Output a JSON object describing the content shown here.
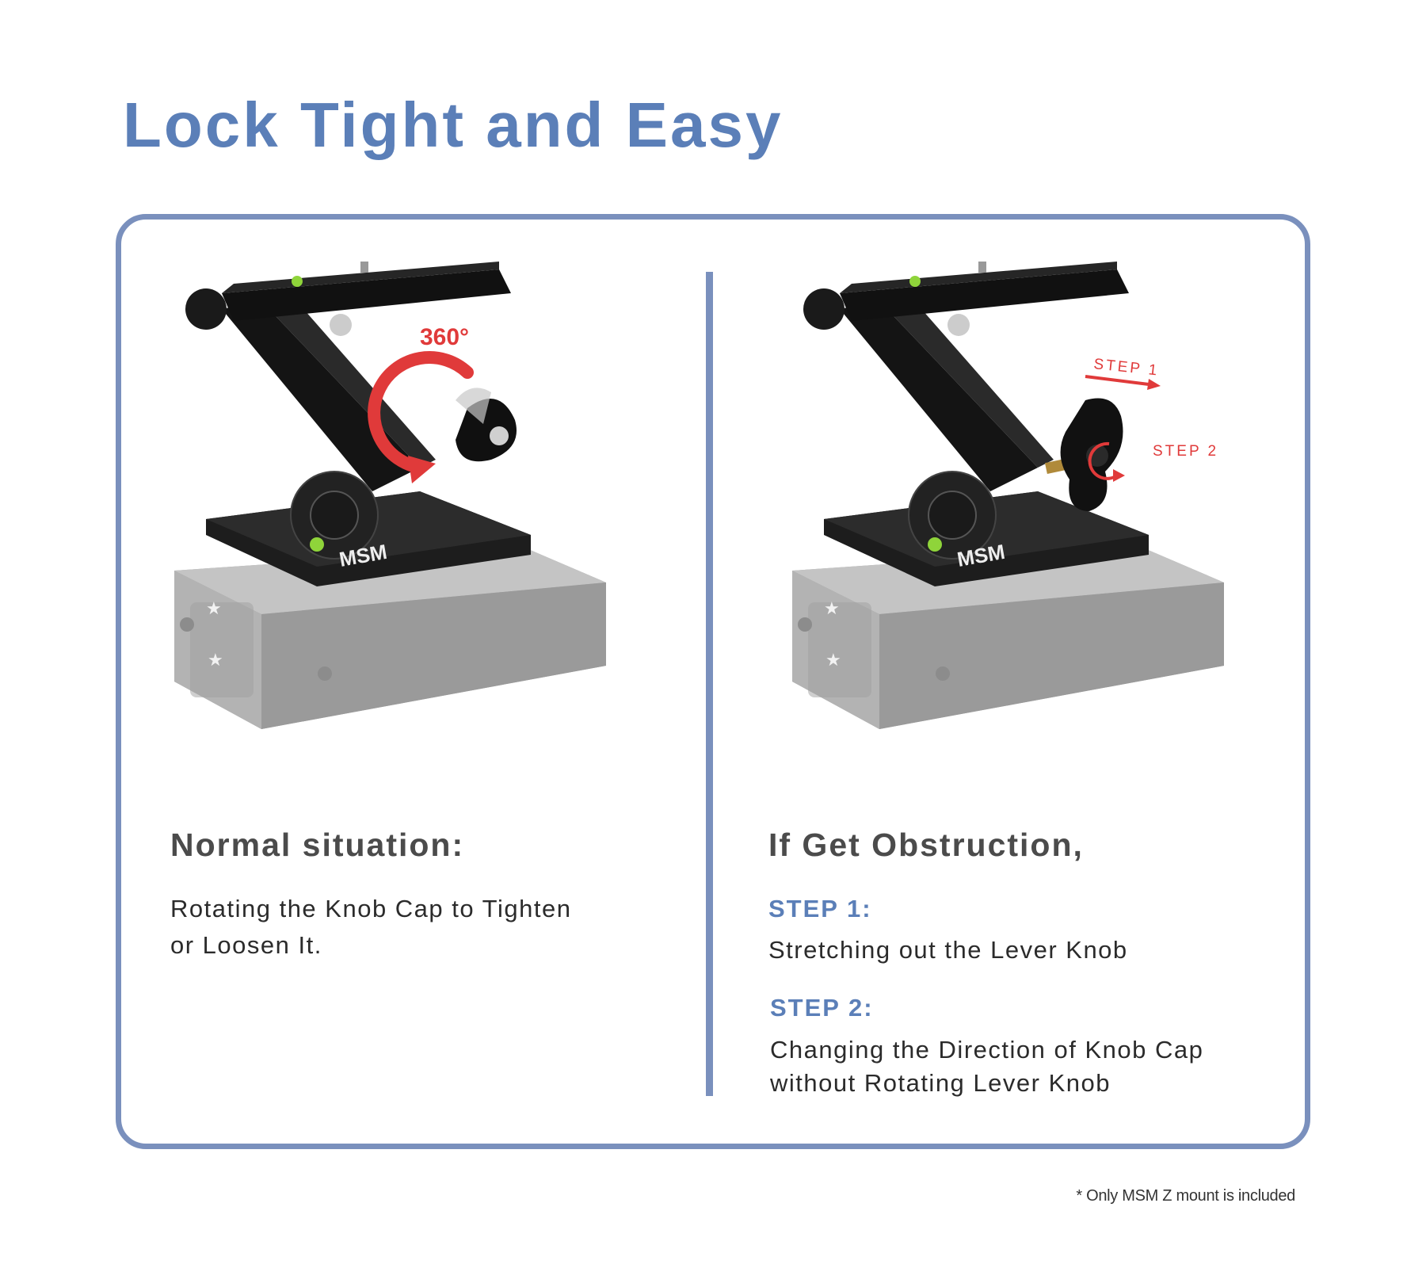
{
  "header": {
    "title": "Lock Tight and Easy"
  },
  "left_panel": {
    "heading": "Normal situation:",
    "description_line1": "Rotating the Knob Cap to Tighten",
    "description_line2": "or Loosen It.",
    "annotation": "360°",
    "product_brand": "MSM"
  },
  "right_panel": {
    "heading": "If Get Obstruction,",
    "step1_label": "STEP 1:",
    "step1_text": "Stretching out the Lever Knob",
    "step2_label": "STEP 2:",
    "step2_line1": "Changing the Direction of Knob Cap",
    "step2_line2": "without Rotating Lever Knob",
    "annotation_step1": "STEP 1",
    "annotation_step2": "STEP 2",
    "product_brand": "MSM"
  },
  "footer": {
    "note": "* Only MSM Z mount is included"
  },
  "colors": {
    "accent": "#5b7fb8",
    "frame": "#7a90bd",
    "annotation": "#e03a3a"
  }
}
